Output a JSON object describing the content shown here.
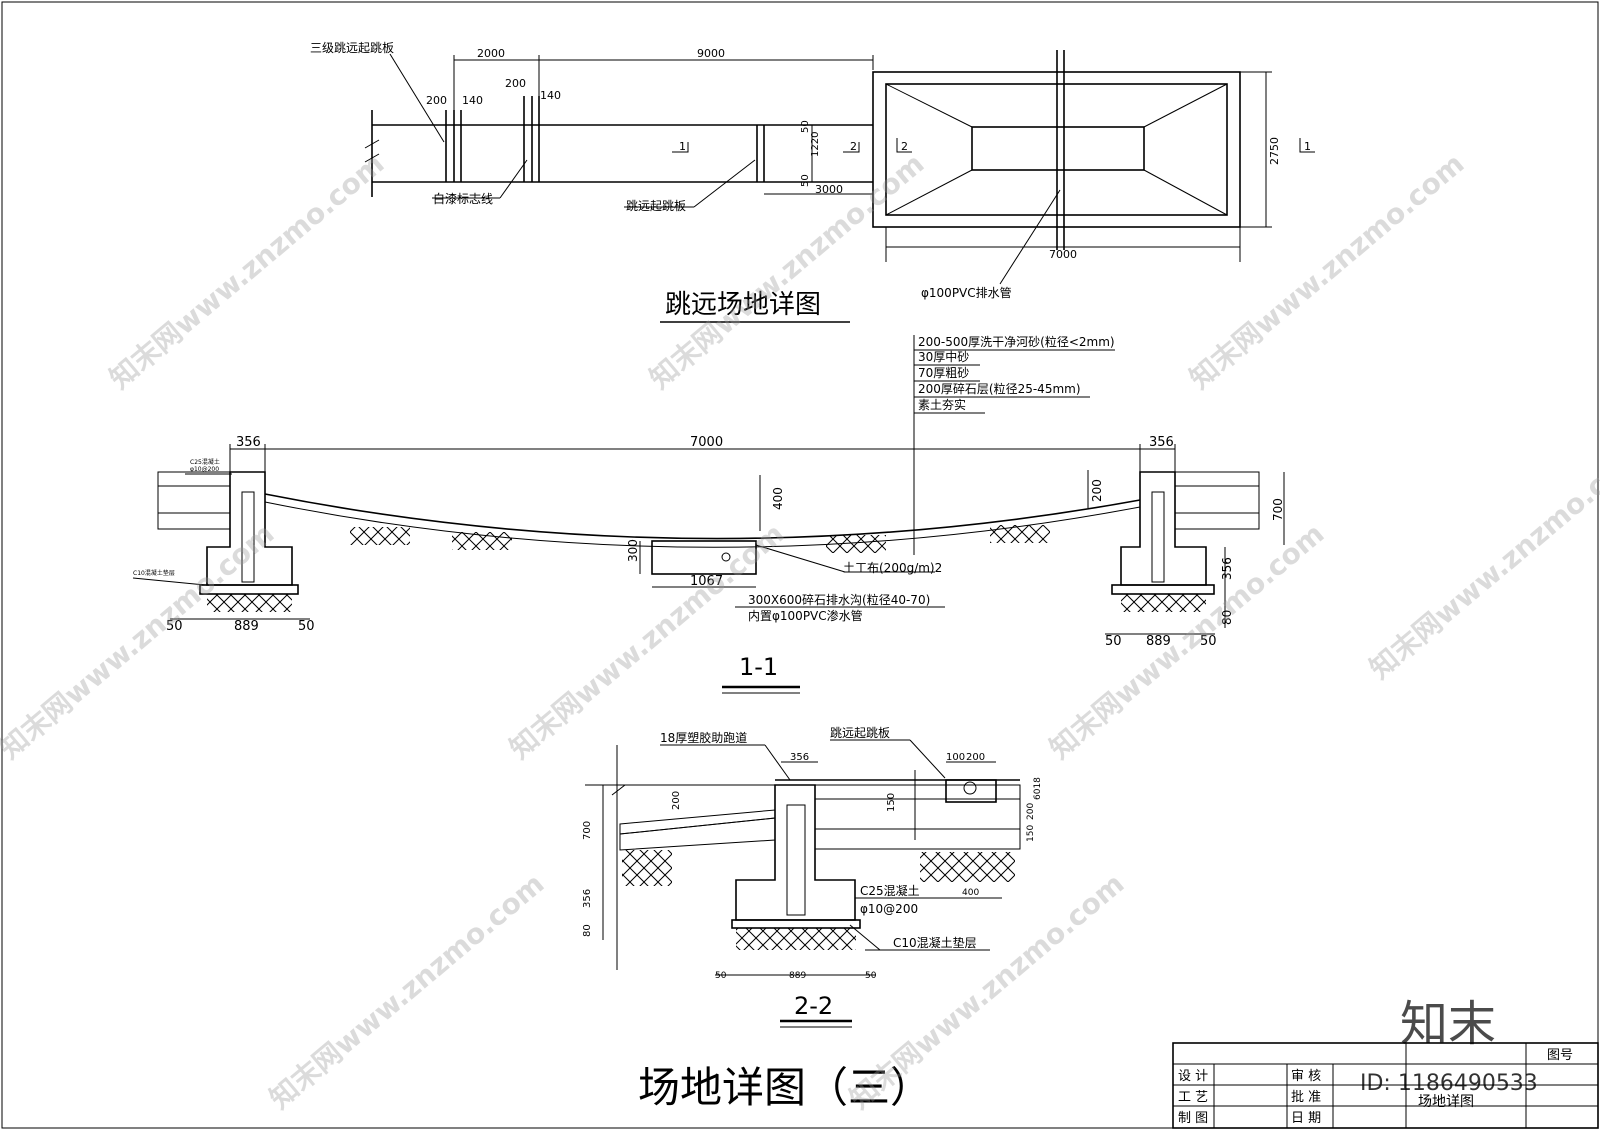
{
  "plan": {
    "title": "跳远场地详图",
    "labels": {
      "board3": "三级跳远起跳板",
      "whiteline": "白漆标志线",
      "board": "跳远起跳板",
      "pipe": "φ100PVC排水管"
    },
    "dims": {
      "d2000": "2000",
      "d9000": "9000",
      "d200a": "200",
      "d140a": "140",
      "d200b": "200",
      "d140b": "140",
      "d50a": "50",
      "d1220": "1220",
      "d50b": "50",
      "d3000": "3000",
      "d2750": "2750",
      "d7000": "7000"
    },
    "section_marks": {
      "s1a": "1",
      "s2a": "2",
      "s2b": "2",
      "s1b": "1"
    }
  },
  "section11": {
    "title": "1-1",
    "layers": [
      "200-500厚洗干净河砂(粒径<2mm)",
      "30厚中砂",
      "70厚粗砂",
      "200厚碎石层(粒径25-45mm)",
      "素土夯实"
    ],
    "labels": {
      "c25": "C25混凝土",
      "rebar": "φ10@200",
      "c10": "C10混凝土垫层",
      "geotextile": "土工布(200g/m)2",
      "drain": "300X600碎石排水沟(粒径40-70)",
      "pipe": "内置φ100PVC渗水管"
    },
    "dims": {
      "left356": "356",
      "span7000": "7000",
      "right356": "356",
      "d400": "400",
      "d200": "200",
      "d700": "700",
      "d300": "300",
      "d1067": "1067",
      "l50a": "50",
      "l889": "889",
      "l50b": "50",
      "r356": "356",
      "r80": "80",
      "r50a": "50",
      "r889": "889",
      "r50b": "50"
    }
  },
  "section22": {
    "title": "2-2",
    "labels": {
      "track": "18厚塑胶助跑道",
      "board": "跳远起跳板",
      "c25": "C25混凝土",
      "rebar": "φ10@200",
      "c10": "C10混凝土垫层"
    },
    "dims": {
      "d356": "356",
      "d100": "100",
      "d200a": "200",
      "d200b": "200",
      "d150a": "150",
      "d700": "700",
      "d356b": "356",
      "d80": "80",
      "d400": "400",
      "d6018": "6018",
      "d150b": "150",
      "d200c": "200",
      "b50a": "50",
      "b889": "889",
      "b50b": "50"
    }
  },
  "sheet": {
    "title": "场地详图（三）",
    "titleblock": {
      "fig_no": "图号",
      "design": "设 计",
      "review": "审 核",
      "craft": "工 艺",
      "approve": "批 准",
      "draw": "制 图",
      "date": "日 期",
      "name": "场地详图"
    },
    "watermark": "知末网www.znzmo.com",
    "logo": "知末",
    "id": "ID: 1186490533"
  }
}
